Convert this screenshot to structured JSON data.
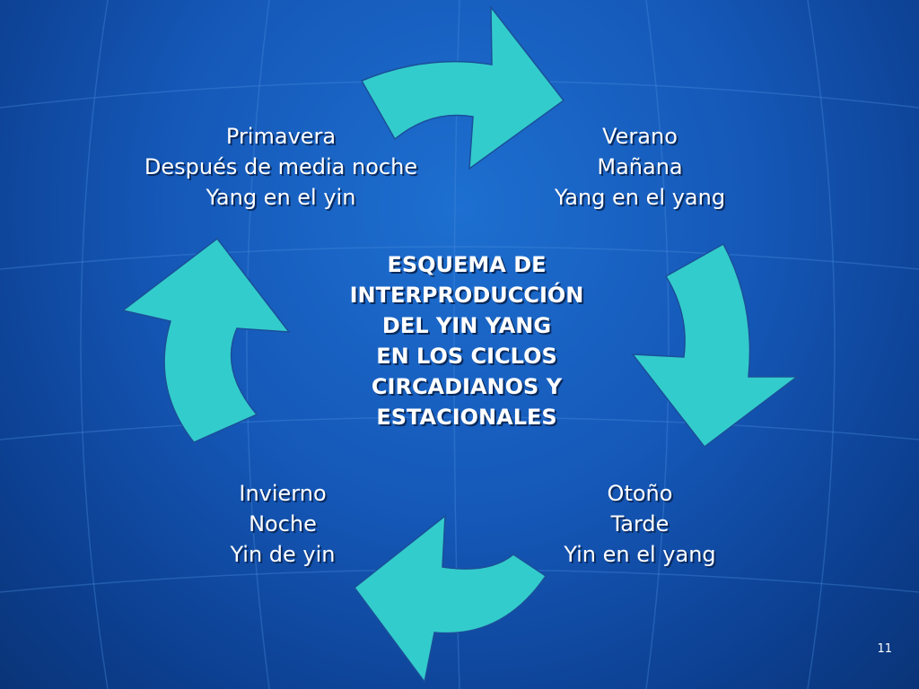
{
  "colors": {
    "background": "#1558b8",
    "arrow_fill": "#33cccc",
    "text": "#ffffff"
  },
  "center_title": {
    "lines": [
      "ESQUEMA DE",
      "INTERPRODUCCIÓN",
      "DEL YIN YANG",
      "EN LOS CICLOS",
      "CIRCADIANOS Y",
      "ESTACIONALES"
    ]
  },
  "seasons": {
    "primavera": {
      "lines": [
        "Primavera",
        "Después de media noche",
        "Yang en el yin"
      ]
    },
    "verano": {
      "lines": [
        "Verano",
        "Mañana",
        "Yang en el yang"
      ]
    },
    "otono": {
      "lines": [
        "Otoño",
        "Tarde",
        "Yin en el yang"
      ]
    },
    "invierno": {
      "lines": [
        "Invierno",
        "Noche",
        "Yin de yin"
      ]
    }
  },
  "slide_number": "11"
}
